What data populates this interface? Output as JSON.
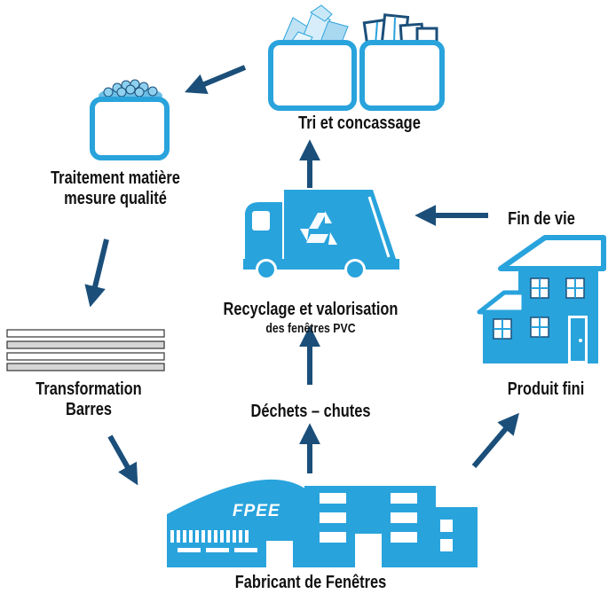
{
  "colors": {
    "accent": "#29a3dc",
    "arrow": "#1b4f7a",
    "text": "#111111"
  },
  "labels": {
    "tri": "Tri et concassage",
    "traitement_line1": "Traitement matière",
    "traitement_line2": "mesure qualité",
    "transformation_line1": "Transformation",
    "transformation_line2": "Barres",
    "recyclage_line1": "Recyclage et valorisation",
    "recyclage_line2": "des fenêtres PVC",
    "dechets": "Déchets – chutes",
    "fin_de_vie": "Fin de vie",
    "produit_fini": "Produit fini",
    "fabricant": "Fabricant de Fenêtres",
    "factory_sign": "FPEE"
  },
  "icons": {
    "bins": "bin-icon",
    "truck": "recycling-truck-icon",
    "recycle": "recycle-symbol-icon",
    "house": "house-icon",
    "factory": "factory-icon",
    "bars": "pvc-bars-icon"
  }
}
